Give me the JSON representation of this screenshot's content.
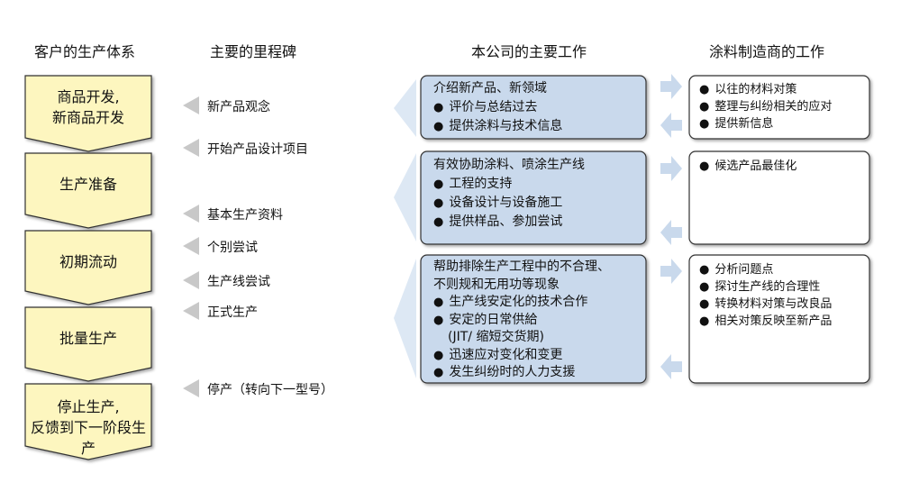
{
  "headers": {
    "customer": "客户的生产体系",
    "milestones": "主要的里程碑",
    "company": "本公司的主要工作",
    "maker": "涂料制造商的工作"
  },
  "stages": [
    {
      "lines": [
        "商品开发,",
        "新商品开发"
      ]
    },
    {
      "lines": [
        "生产准备"
      ]
    },
    {
      "lines": [
        "初期流动"
      ]
    },
    {
      "lines": [
        "批量生产"
      ]
    },
    {
      "lines": [
        "停止生产,",
        "反馈到下一阶段生产"
      ]
    }
  ],
  "milestones": [
    "新产品观念",
    "开始产品设计项目",
    "基本生产资料",
    "个别尝试",
    "生产线尝试",
    "正式生产",
    "停产（转向下一型号）"
  ],
  "company_tasks": [
    {
      "title_lines": [
        "介绍新产品、新领域"
      ],
      "bullets": [
        "评价与总结过去",
        "提供涂料与技术信息"
      ]
    },
    {
      "title_lines": [
        "有效协助涂料、喷涂生产线"
      ],
      "bullets": [
        "工程的支持",
        "设备设计与设备施工",
        "提供样品、参加尝试"
      ]
    },
    {
      "title_lines": [
        "帮助排除生产工程中的不合理、",
        "不则规和无用功等现象"
      ],
      "bullets": [
        "生产线安定化的技术合作",
        "安定的日常供給",
        "迅速应对变化和变更",
        "发生纠纷时的人力支援"
      ],
      "sub_note": "(JIT/ 缩短交货期)"
    }
  ],
  "maker_tasks": [
    {
      "bullets": [
        "以往的材料对策",
        "整理与纠纷相关的应对",
        "提供新信息"
      ]
    },
    {
      "bullets": [
        "候选产品最佳化"
      ]
    },
    {
      "bullets": [
        "分析问题点",
        "探讨生产线的合理性",
        "转换材料对策与改良品",
        "相关对策反映至新产品"
      ]
    }
  ],
  "colors": {
    "stage_fill": "#fdf6bf",
    "task_fill": "#c9d9ec",
    "maker_fill": "#ffffff",
    "arrow_gray": "#c8c8c8",
    "arrow_blue": "#c9d9ec"
  }
}
